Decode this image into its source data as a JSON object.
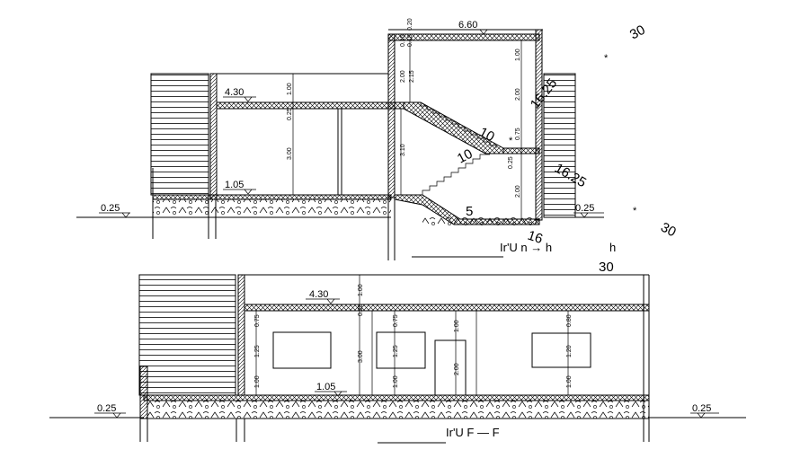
{
  "section_upper": {
    "levels": {
      "top_roof": "6.60",
      "upper_floor": "4.30",
      "ground_inside": "1.05",
      "ground_left": "0.25",
      "ground_right": "0.25"
    },
    "dims": {
      "top_small_a": "0.20",
      "top_small_b": "0.15",
      "top_small_c": "0.18",
      "left_col_a": "2.00",
      "left_col_b": "2.15",
      "upper_slab": "1.00",
      "upper_slab_b": "0.25",
      "ground_height": "3.00",
      "stair_height": "3.10",
      "right_top": "1.00",
      "right_mid": "2.00",
      "right_small": "0.75",
      "right_small_b": "0.25",
      "right_low": "2.00"
    },
    "stair_numbers": {
      "a": "10",
      "b": "10",
      "c": "5",
      "d": "16"
    },
    "annotations": {
      "a": "30",
      "b": "16.25",
      "c": "16.25",
      "d": "30",
      "e": "30",
      "star": "*",
      "h": "h"
    },
    "caption": "Ir'U  n  →  h"
  },
  "section_lower": {
    "levels": {
      "upper_floor": "4.30",
      "ground_inside": "1.05",
      "ground_left": "0.25",
      "ground_right": "0.25"
    },
    "dims": {
      "top": "1.00",
      "top_b": "0.25",
      "left_a": "0.75",
      "left_b": "1.25",
      "left_c": "1.00",
      "total": "3.00",
      "mid_a": "0.75",
      "mid_b": "1.25",
      "mid_c": "1.00",
      "door_top": "1.00",
      "door": "2.00",
      "right_a": "0.80",
      "right_b": "1.20",
      "right_c": "1.00"
    },
    "caption": "Ir'U    F  —  F"
  }
}
